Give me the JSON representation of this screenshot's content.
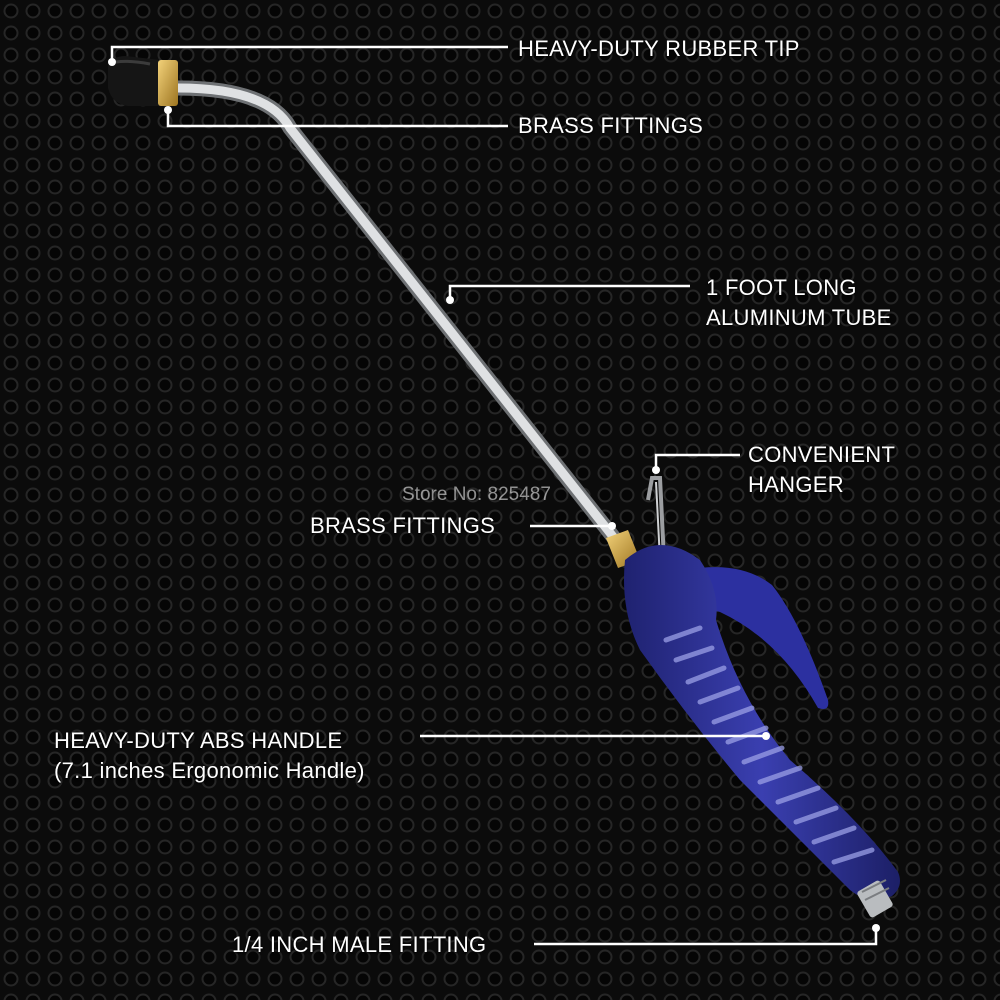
{
  "labels": {
    "rubber_tip": "HEAVY-DUTY RUBBER TIP",
    "brass_fittings_top": "BRASS FITTINGS",
    "tube_line1": "1 FOOT LONG",
    "tube_line2": "ALUMINUM TUBE",
    "hanger_line1": "CONVENIENT",
    "hanger_line2": "HANGER",
    "brass_fittings_bottom": "BRASS FITTINGS",
    "handle_line1": "HEAVY-DUTY ABS HANDLE",
    "handle_line2": "(7.1 inches Ergonomic Handle)",
    "male_fitting": "1/4 INCH MALE FITTING"
  },
  "watermark": "Store No: 825487",
  "colors": {
    "background": "#0b0b0b",
    "mesh": "#2a2a2a",
    "handle_blue": "#2b2e8a",
    "brass": "#c9a23a",
    "aluminum": "#d4d6d8",
    "rubber": "#111111",
    "callout_line": "#ffffff"
  }
}
